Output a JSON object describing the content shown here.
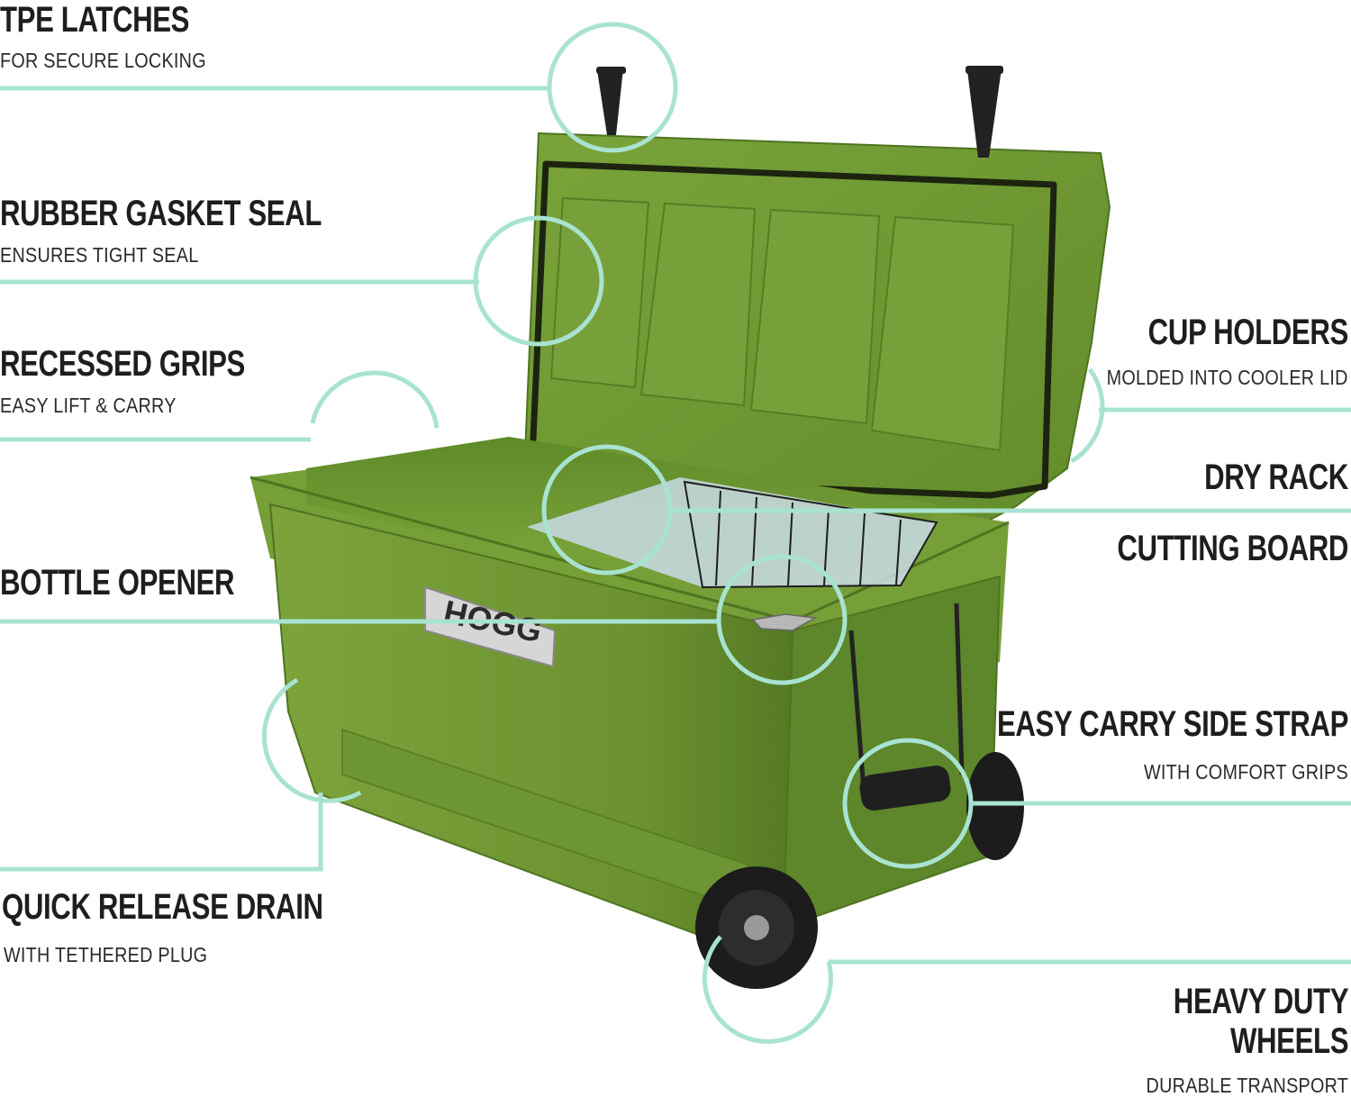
{
  "callouts": {
    "tpe_latches": {
      "title": "TPE LATCHES",
      "subtitle": "FOR SECURE LOCKING"
    },
    "rubber_gasket": {
      "title": "RUBBER GASKET SEAL",
      "subtitle": "ENSURES TIGHT SEAL"
    },
    "recessed_grips": {
      "title": "RECESSED GRIPS",
      "subtitle": "EASY LIFT & CARRY"
    },
    "bottle_opener": {
      "title": "BOTTLE OPENER"
    },
    "quick_release_drain": {
      "title": "QUICK RELEASE DRAIN",
      "subtitle": "WITH TETHERED PLUG"
    },
    "cup_holders": {
      "title": "CUP HOLDERS",
      "subtitle": "MOLDED INTO COOLER LID"
    },
    "dry_rack": {
      "title": "DRY RACK"
    },
    "cutting_board": {
      "title": "CUTTING BOARD"
    },
    "side_strap": {
      "title": "EASY CARRY SIDE STRAP",
      "subtitle": "WITH COMFORT GRIPS"
    },
    "wheels": {
      "title_line1": "HEAVY DUTY",
      "title_line2": "WHEELS",
      "subtitle": "DURABLE TRANSPORT"
    }
  },
  "product": {
    "brand_logo_text": "HOGG"
  },
  "colors": {
    "accent_mint": "#9fe0cd",
    "cooler_green": "#6f9a33",
    "text": "#1e1e1e"
  }
}
